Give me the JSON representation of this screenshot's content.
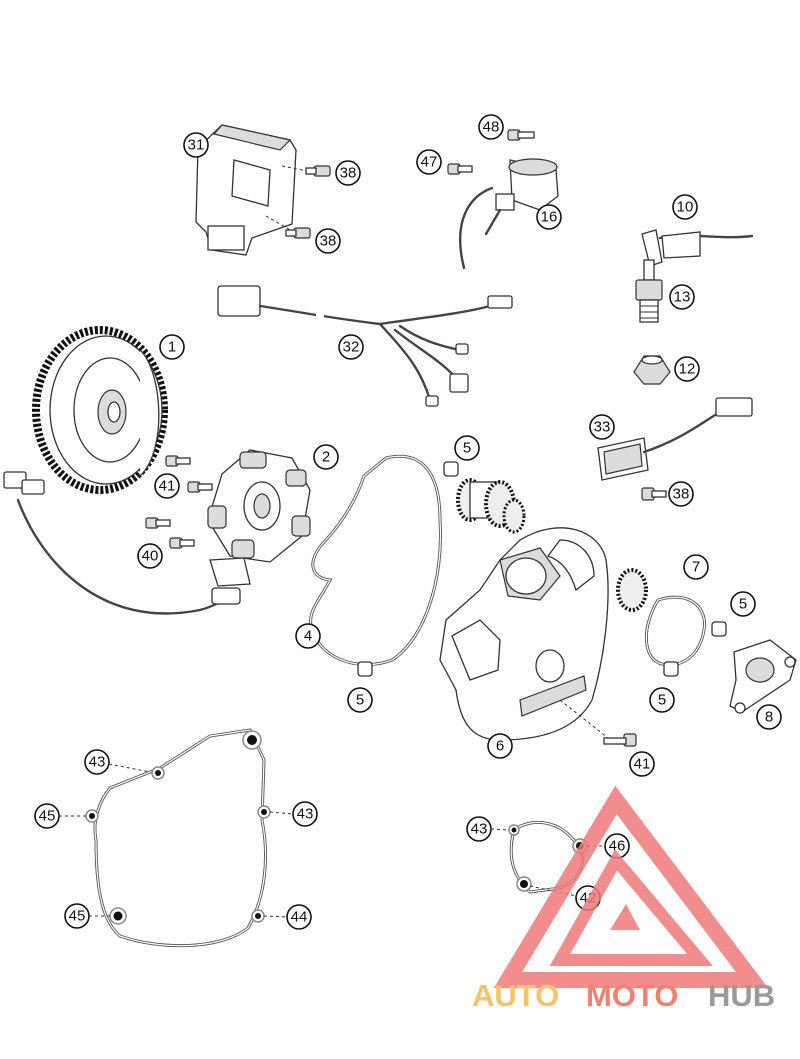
{
  "callouts": {
    "c1": "1",
    "c2": "2",
    "c4": "4",
    "c5a": "5",
    "c5b": "5",
    "c5c": "5",
    "c5d": "5",
    "c6": "6",
    "c7": "7",
    "c8": "8",
    "c10": "10",
    "c12": "12",
    "c13": "13",
    "c16": "16",
    "c31": "31",
    "c32": "32",
    "c33": "33",
    "c38a": "38",
    "c38b": "38",
    "c38c": "38",
    "c40": "40",
    "c41a": "41",
    "c41b": "41",
    "c42": "42",
    "c43a": "43",
    "c43b": "43",
    "c43c": "43",
    "c44": "44",
    "c45a": "45",
    "c45b": "45",
    "c46": "46",
    "c47": "47",
    "c48": "48"
  },
  "watermark": {
    "part1": "AUTO",
    "part2": "MOTO",
    "part3": "HUB",
    "colors": {
      "auto": "#f5c36a",
      "moto": "#f08070",
      "hub": "#9a9a9a",
      "triangle": "#f07a7a"
    }
  }
}
